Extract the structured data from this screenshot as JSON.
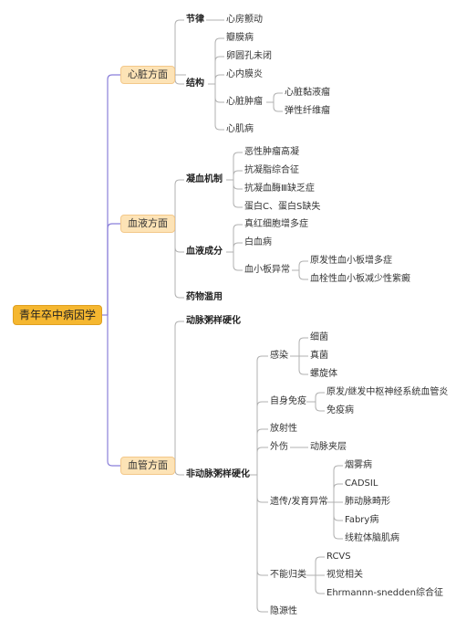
{
  "root": "青年卒中病因学",
  "categories": [
    "心脏方面",
    "血液方面",
    "血管方面"
  ],
  "heart": {
    "rhythm": "节律",
    "rhythm_items": [
      "心房颤动"
    ],
    "structure": "结构",
    "structure_items": [
      "瓣膜病",
      "卵圆孔未闭",
      "心内膜炎",
      "心脏肿瘤",
      "心肌病"
    ],
    "tumor_items": [
      "心脏黏液瘤",
      "弹性纤维瘤"
    ]
  },
  "blood": {
    "coag": "凝血机制",
    "coag_items": [
      "恶性肿瘤高凝",
      "抗凝脂综合征",
      "抗凝血酶Ⅲ缺乏症",
      "蛋白C、蛋白S缺失"
    ],
    "component": "血液成分",
    "component_items": [
      "真红细胞增多症",
      "白血病",
      "血小板异常"
    ],
    "platelet_items": [
      "原发性血小板增多症",
      "血栓性血小板减少性紫癜"
    ],
    "drug": "药物滥用"
  },
  "vessel": {
    "athero": "动脉粥样硬化",
    "non_athero": "非动脉粥样硬化",
    "infection": "感染",
    "infection_items": [
      "细菌",
      "真菌",
      "螺旋体"
    ],
    "autoimmune": "自身免疫",
    "autoimmune_items": [
      "原发/继发中枢神经系统血管炎",
      "免疫病"
    ],
    "radiation": "放射性",
    "trauma": "外伤",
    "trauma_items": [
      "动脉夹层"
    ],
    "genetic": "遗传/发育异常",
    "genetic_items": [
      "烟雾病",
      "CADSIL",
      "肺动脉畸形",
      "Fabry病",
      "线粒体脑肌病"
    ],
    "unclassified": "不能归类",
    "unclassified_items": [
      "RCVS",
      "视觉相关",
      "Ehrmannn-snedden综合征"
    ],
    "cryptogenic": "隐源性"
  },
  "colors": {
    "line_main": "#8a7fd9",
    "line_sub": "#b0b0b0",
    "root_fill": "#f5b730",
    "category_fill": "#fde3b6"
  }
}
